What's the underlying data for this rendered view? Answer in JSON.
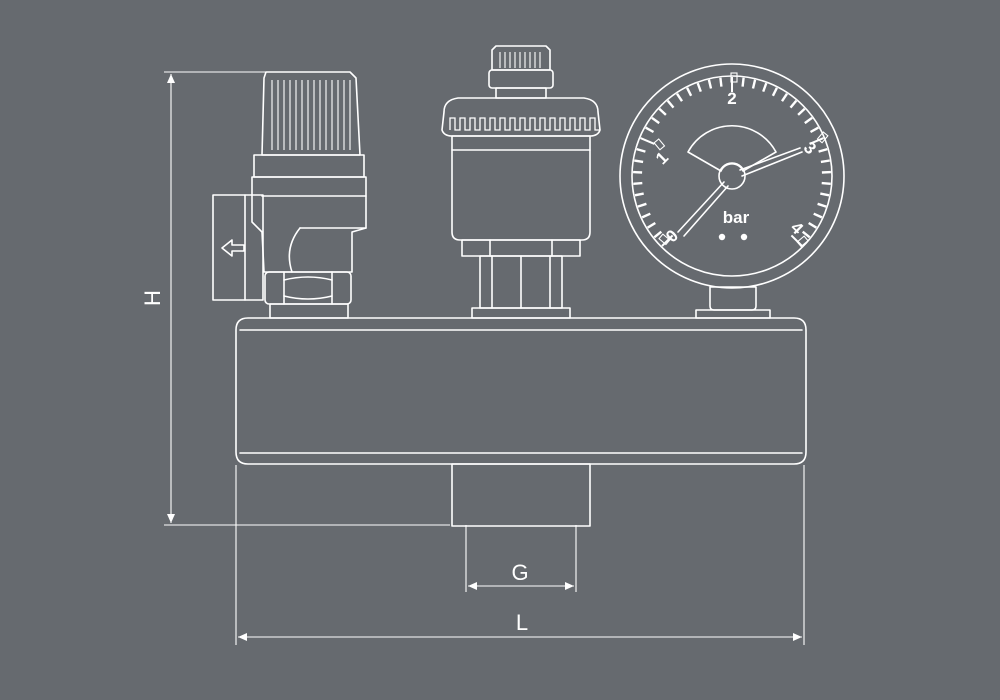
{
  "colors": {
    "background": "#666a6f",
    "line": "#ffffff"
  },
  "dimensions": {
    "height_label": "H",
    "length_label": "L",
    "thread_label": "G"
  },
  "gauge": {
    "unit": "bar",
    "scale": [
      "0",
      "1",
      "2",
      "3",
      "4"
    ]
  }
}
